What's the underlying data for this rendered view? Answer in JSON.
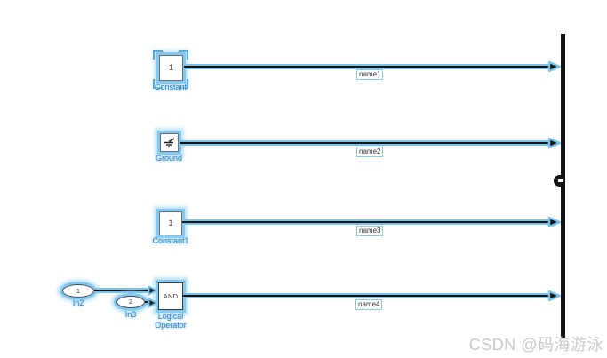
{
  "blocks": {
    "constant": {
      "value": "1",
      "label": "Constant"
    },
    "ground": {
      "label": "Ground"
    },
    "constant1": {
      "value": "1",
      "label": "Constant1"
    },
    "in2": {
      "value": "1",
      "label": "In2"
    },
    "in3": {
      "value": "2",
      "label": "In3"
    },
    "logical_operator": {
      "value": "AND",
      "label": "Logical Operator"
    }
  },
  "signals": [
    "name1",
    "name2",
    "name3",
    "name4"
  ],
  "watermark": {
    "text": "CSDN @码海游泳"
  },
  "colors": {
    "selection_highlight": "#7cc3ec",
    "block_label_text": "#2f7dc0",
    "line_core": "#151515",
    "mux_bar": "#151515",
    "signal_tag_border": "#8fc8ea",
    "watermark_text": "#c8c8c8"
  }
}
